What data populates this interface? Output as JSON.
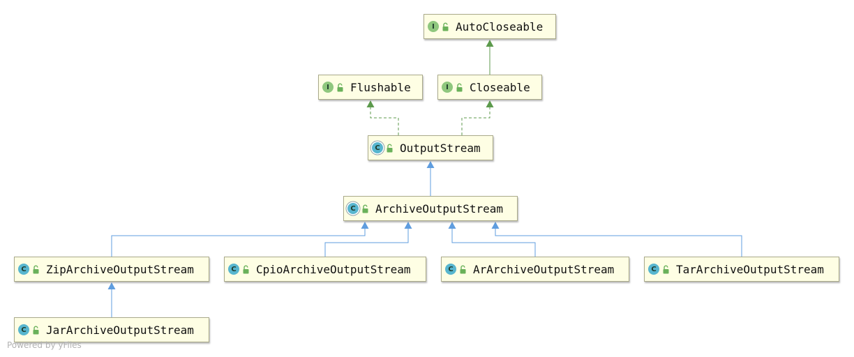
{
  "diagram": {
    "nodes": {
      "autocloseable": {
        "name": "AutoCloseable",
        "kind": "interface",
        "badge": "I"
      },
      "flushable": {
        "name": "Flushable",
        "kind": "interface",
        "badge": "I"
      },
      "closeable": {
        "name": "Closeable",
        "kind": "interface",
        "badge": "I"
      },
      "outputstream": {
        "name": "OutputStream",
        "kind": "abstract class",
        "badge": "C"
      },
      "archiveoutputstream": {
        "name": "ArchiveOutputStream",
        "kind": "abstract class",
        "badge": "C"
      },
      "zip": {
        "name": "ZipArchiveOutputStream",
        "kind": "class",
        "badge": "C"
      },
      "cpio": {
        "name": "CpioArchiveOutputStream",
        "kind": "class",
        "badge": "C"
      },
      "ar": {
        "name": "ArArchiveOutputStream",
        "kind": "class",
        "badge": "C"
      },
      "tar": {
        "name": "TarArchiveOutputStream",
        "kind": "class",
        "badge": "C"
      },
      "jar": {
        "name": "JarArchiveOutputStream",
        "kind": "class",
        "badge": "C"
      }
    },
    "edges": [
      {
        "from": "Closeable",
        "to": "AutoCloseable",
        "type": "extends"
      },
      {
        "from": "OutputStream",
        "to": "Flushable",
        "type": "implements"
      },
      {
        "from": "OutputStream",
        "to": "Closeable",
        "type": "implements"
      },
      {
        "from": "ArchiveOutputStream",
        "to": "OutputStream",
        "type": "extends"
      },
      {
        "from": "ZipArchiveOutputStream",
        "to": "ArchiveOutputStream",
        "type": "extends"
      },
      {
        "from": "CpioArchiveOutputStream",
        "to": "ArchiveOutputStream",
        "type": "extends"
      },
      {
        "from": "ArArchiveOutputStream",
        "to": "ArchiveOutputStream",
        "type": "extends"
      },
      {
        "from": "TarArchiveOutputStream",
        "to": "ArchiveOutputStream",
        "type": "extends"
      },
      {
        "from": "JarArchiveOutputStream",
        "to": "ZipArchiveOutputStream",
        "type": "extends"
      }
    ],
    "colors": {
      "interface_inheritance": "#5c9a4c",
      "class_inheritance": "#5f9ddf",
      "node_fill": "#fefee4"
    },
    "watermark": "Powered by yFiles"
  }
}
